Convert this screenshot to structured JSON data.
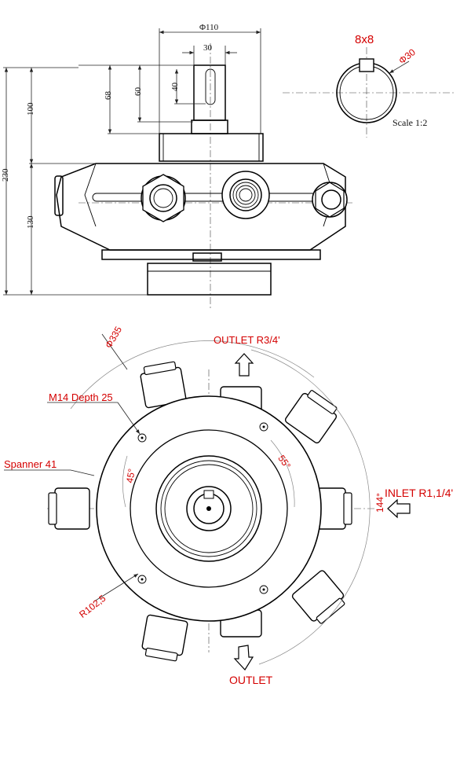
{
  "colors": {
    "annotation": "#d40000",
    "line": "#000000",
    "background": "#ffffff"
  },
  "side_view": {
    "dim_d110": "Φ110",
    "dim_30": "30",
    "dim_40": "40",
    "dim_60": "60",
    "dim_68": "68",
    "dim_100": "100",
    "dim_230": "230",
    "dim_130": "130"
  },
  "key_detail": {
    "key_size": "8x8",
    "shaft_dia": "Φ30",
    "scale": "Scale 1:2"
  },
  "front_view": {
    "dia_335": "Φ335",
    "outlet_top": "OUTLET R3/4'",
    "m14": "M14 Depth 25",
    "spanner": "Spanner 41",
    "angle_45": "45°",
    "angle_55": "55°",
    "inlet": "INLET R1,1/4'",
    "angle_144": "144°",
    "radius": "R102,5",
    "outlet_bottom": "OUTLET"
  }
}
